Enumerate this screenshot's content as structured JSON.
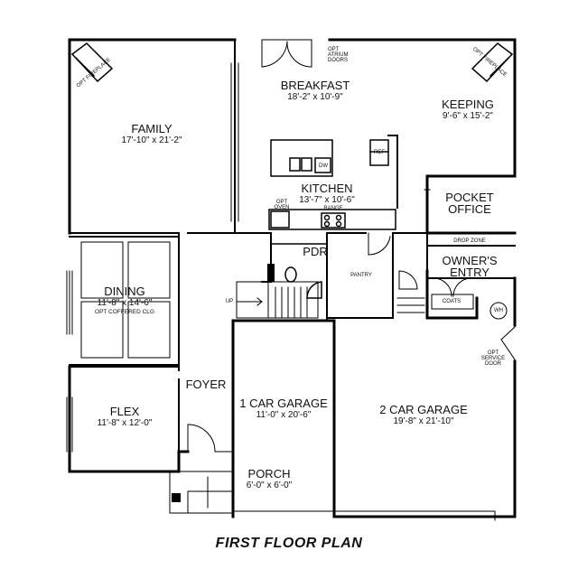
{
  "title": "FIRST FLOOR PLAN",
  "rooms": {
    "breakfast": {
      "name": "BREAKFAST",
      "dims": "18'-2\" x 10'-9\""
    },
    "family": {
      "name": "FAMILY",
      "dims": "17'-10\" x 21'-2\""
    },
    "keeping": {
      "name": "KEEPING",
      "dims": "9'-6\" x 15'-2\""
    },
    "kitchen": {
      "name": "KITCHEN",
      "dims": "13'-7\" x 10'-6\""
    },
    "pocket_office": {
      "name_line1": "POCKET",
      "name_line2": "OFFICE"
    },
    "owners_entry": {
      "name_line1": "OWNER'S",
      "name_line2": "ENTRY"
    },
    "dining": {
      "name": "DINING",
      "dims": "11'-8\" x 14'-6\"",
      "note": "OPT COFFERED CLG"
    },
    "pdr": {
      "name": "PDR"
    },
    "pantry": {
      "name": "PANTRY"
    },
    "foyer": {
      "name": "FOYER"
    },
    "flex": {
      "name": "FLEX",
      "dims": "11'-8\" x 12'-0\""
    },
    "garage1": {
      "name": "1 CAR GARAGE",
      "dims": "11'-0\" x 20'-6\""
    },
    "garage2": {
      "name": "2 CAR GARAGE",
      "dims": "19'-8\" x 21'-10\""
    },
    "porch": {
      "name": "PORCH",
      "dims": "6'-0\" x 6'-0\""
    }
  },
  "annotations": {
    "atrium_line1": "OPT",
    "atrium_line2": "ATRIUM",
    "atrium_line3": "DOORS",
    "fireplace_left": "OPT FIREPLACE",
    "fireplace_right": "OPT FIREPLACE",
    "ref": "REF",
    "dw": "DW",
    "opt_oven_line1": "OPT",
    "opt_oven_line2": "OVEN",
    "range": "RANGE",
    "drop_zone": "DROP ZONE",
    "coats": "COATS",
    "wh": "WH",
    "up": "UP",
    "service_line1": "OPT",
    "service_line2": "SERVICE",
    "service_line3": "DOOR"
  }
}
